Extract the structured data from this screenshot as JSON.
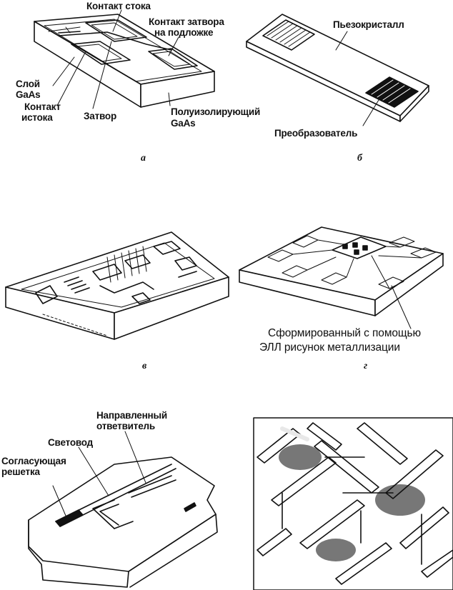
{
  "panel_a": {
    "label_drain": "Контакт стока",
    "label_gate_line1": "Контакт затвора",
    "label_gate_line2": "на подложке",
    "label_layer_line1": "Слой",
    "label_layer_line2": "GaAs",
    "label_source_line1": "Контакт",
    "label_source_line2": "истока",
    "label_shutter": "Затвор",
    "label_semi_line1": "Полуизолирующий",
    "label_semi_line2": "GaAs",
    "caption": "а"
  },
  "panel_b": {
    "label_crystal": "Пьезокристалл",
    "label_transducer": "Преобразователь",
    "caption": "б"
  },
  "panel_v": {
    "caption": "в"
  },
  "panel_g": {
    "label_line1": "Сформированный с помощью",
    "label_line2": "ЭЛЛ рисунок металлизации",
    "caption": "г"
  },
  "panel_d": {
    "label_coupler_line1": "Направленный",
    "label_coupler_line2": "ответвитель",
    "label_waveguide": "Световод",
    "label_grating_line1": "Согласующая",
    "label_grating_line2": "решетка"
  },
  "panel_e": {}
}
